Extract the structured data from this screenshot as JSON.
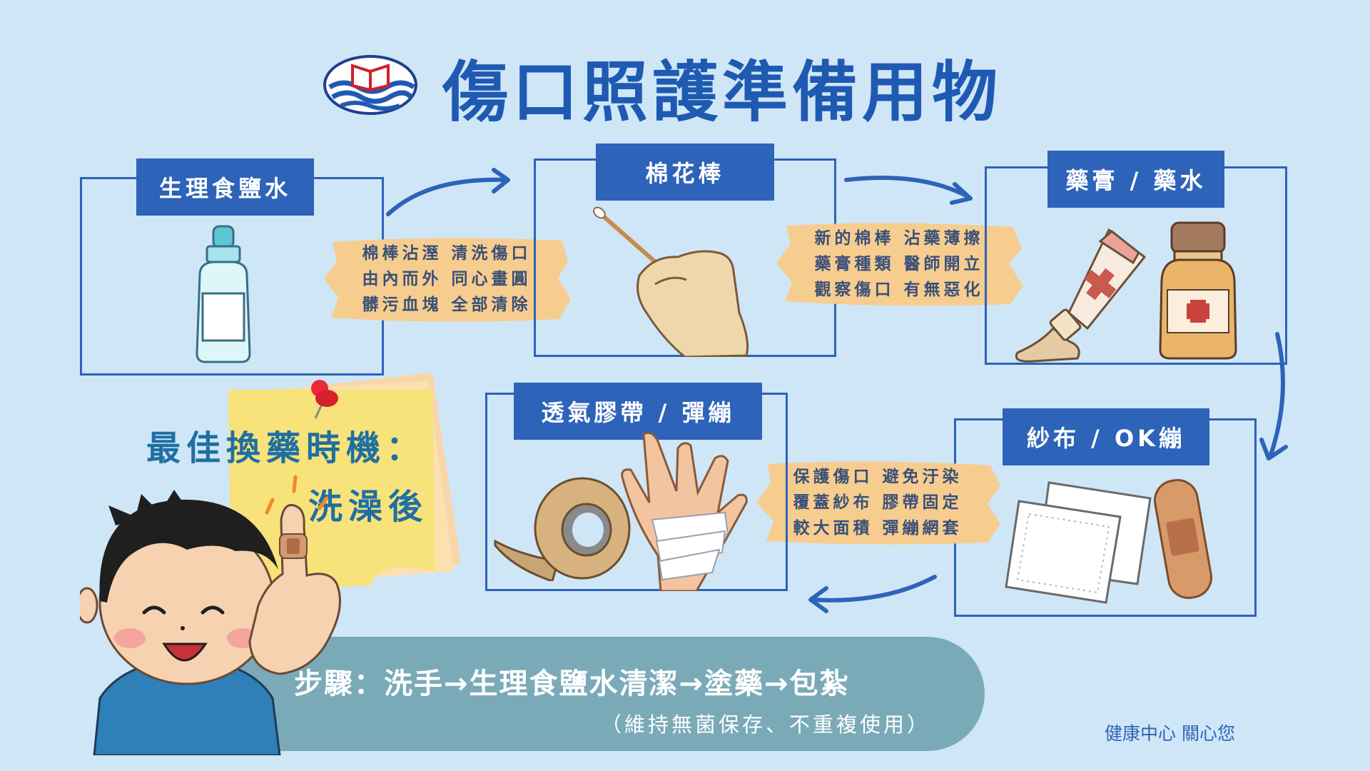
{
  "title": "傷口照護準備用物",
  "items": {
    "saline": "生理食鹽水",
    "cotton_swab": "棉花棒",
    "ointment": "藥膏 / 藥水",
    "gauze": "紗布 / OK繃",
    "tape": "透氣膠帶 / 彈繃"
  },
  "notes": {
    "swab_tips": [
      "棉棒沾溼 清洗傷口",
      "由內而外 同心畫圓",
      "髒污血塊 全部清除"
    ],
    "ointment_tips": [
      "新的棉棒 沾藥薄擦",
      "藥膏種類 醫師開立",
      "觀察傷口 有無惡化"
    ],
    "gauze_tips": [
      "保護傷口 避免汙染",
      "覆蓋紗布 膠帶固定",
      "較大面積 彈繃網套"
    ]
  },
  "timing": {
    "label": "最佳換藥時機：",
    "value": "洗澡後"
  },
  "steps": {
    "text": "步驟：洗手→生理食鹽水清潔→塗藥→包紮",
    "note": "（維持無菌保存、不重複使用）"
  },
  "footer": "健康中心 關心您",
  "colors": {
    "background": "#cfe6f7",
    "primary": "#2d63b8",
    "note_yellow": "#f6cd8f",
    "sticky": "#f8e27a",
    "steps_bar": "#7aaab8"
  },
  "icons": [
    "school-logo-icon",
    "saline-bottle-icon",
    "cotton-swab-hand-icon",
    "ointment-tube-icon",
    "medicine-jar-icon",
    "gauze-pad-icon",
    "bandage-strip-icon",
    "tape-roll-icon",
    "bandaged-hand-icon",
    "pushpin-icon",
    "boy-thumbs-up-icon"
  ]
}
